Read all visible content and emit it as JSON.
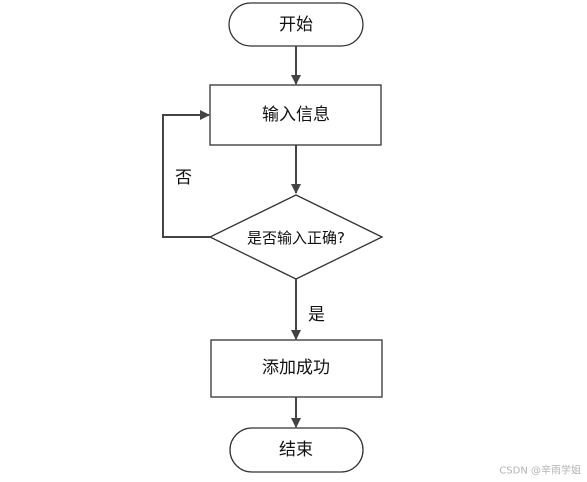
{
  "nodes": {
    "start": "开始",
    "input": "输入信息",
    "decision": "是否输入正确?",
    "success": "添加成功",
    "end": "结束"
  },
  "edges": {
    "no_label": "否",
    "yes_label": "是"
  },
  "watermark": "CSDN @辛雨学姐",
  "colors": {
    "stroke": "#333333",
    "arrow": "#444444",
    "background": "#ffffff"
  }
}
